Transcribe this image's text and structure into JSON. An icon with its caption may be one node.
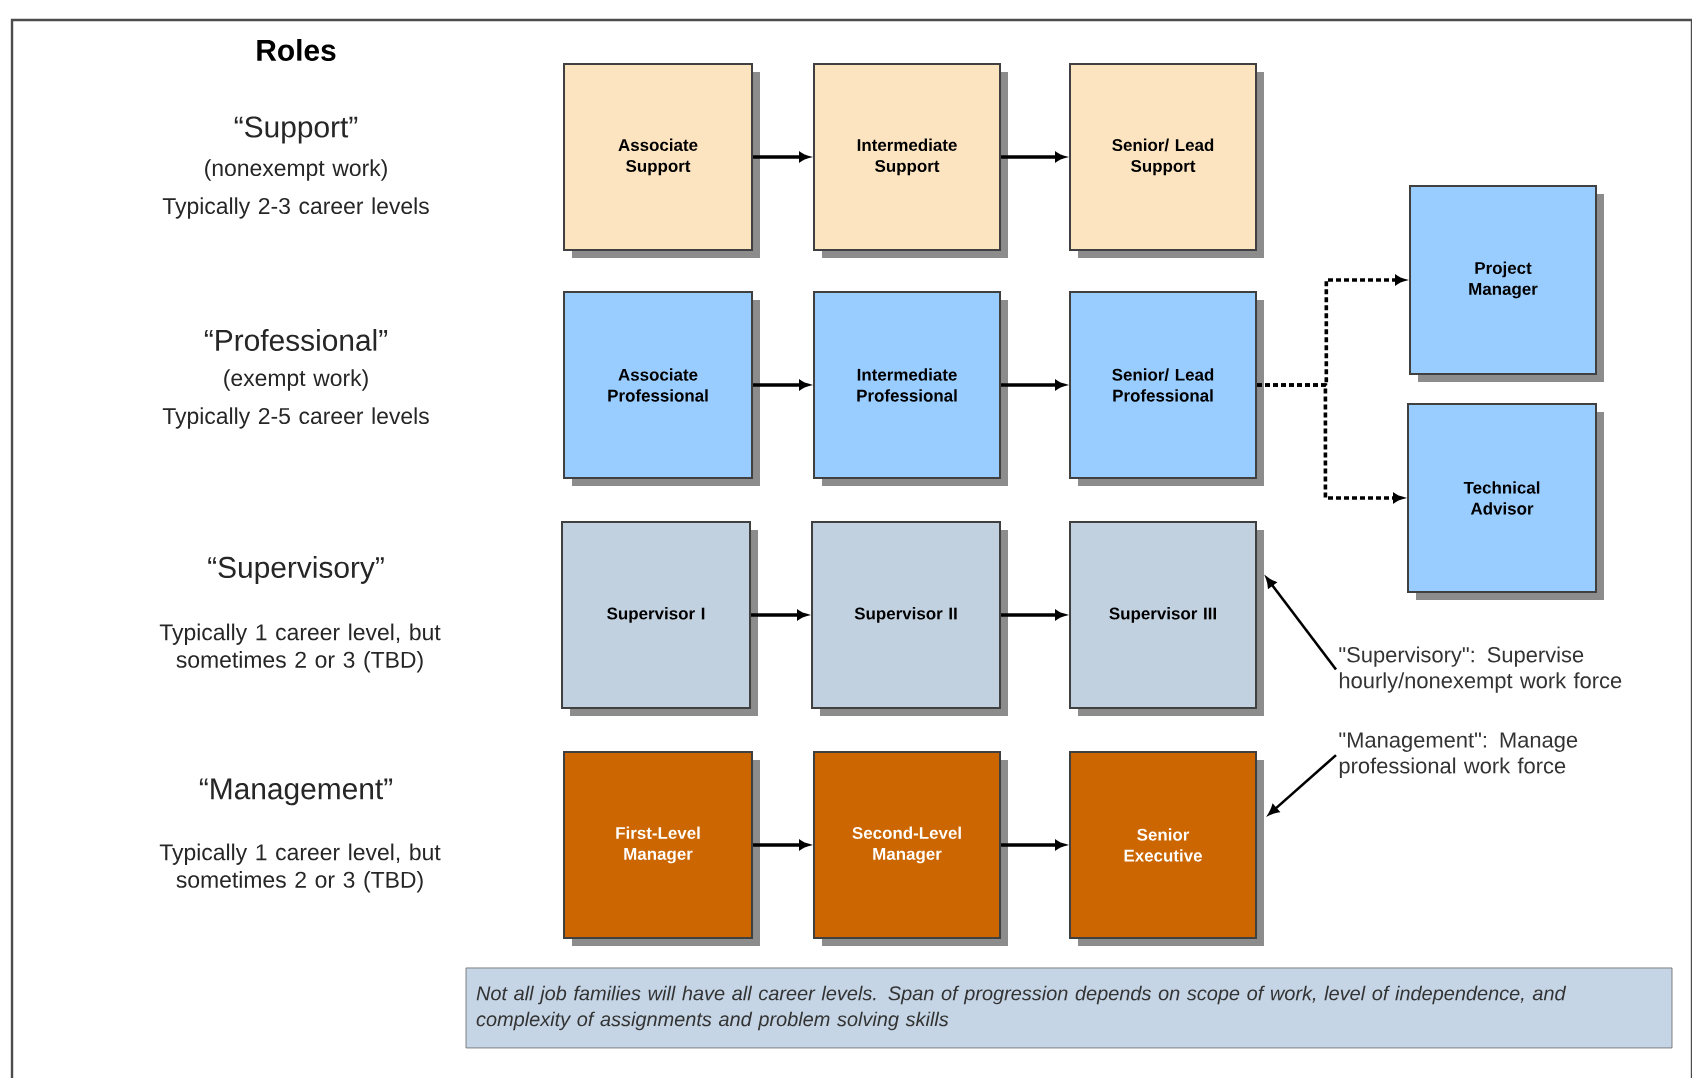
{
  "diagram": {
    "title": "Roles",
    "nodes": [
      {
        "text": [
          "Associate Support"
        ]
      },
      {
        "text": [
          "Intermediate Support"
        ]
      },
      {
        "text": [
          "Senior/ Lead Support"
        ]
      },
      {
        "text": [
          "Associate Professional"
        ]
      },
      {
        "text": [
          "Intermediate Professional"
        ]
      },
      {
        "text": [
          "Senior/ Lead Professional"
        ]
      },
      {
        "text": [
          "Project Manager"
        ]
      },
      {
        "text": [
          "Technical Advisor"
        ]
      },
      {
        "text": [
          "Supervisor I"
        ]
      },
      {
        "text": [
          "Supervisor II"
        ]
      },
      {
        "text": [
          "Supervisor III"
        ]
      },
      {
        "text": [
          "First-Level Manager"
        ]
      },
      {
        "text": [
          "Second-Level Manager"
        ]
      },
      {
        "text": [
          "Senior Executive"
        ]
      },
      {
        "text": [
          "\"Supervisory\": Supervise hourly/nonexempt work force"
        ]
      },
      {
        "text": [
          "\"Management\": Manage professional work force"
        ]
      },
      {
        "text": [
          "Not all job families will have all career levels. Span of progression depends on scope of work, level of independence, and complexity of assignments and problem solving skills"
        ]
      }
    ],
    "edges": [
      {
        "from": 0,
        "to": 1,
        "arrow": "to"
      },
      {
        "from": 1,
        "to": 2,
        "arrow": "to"
      },
      {
        "from": 3,
        "to": 4,
        "arrow": "to"
      },
      {
        "from": 4,
        "to": 5,
        "arrow": "to"
      },
      {
        "from": 5,
        "to": 6,
        "arrow": "to",
        "style": "dashed"
      },
      {
        "from": 5,
        "to": 7,
        "arrow": "to",
        "style": "dashed"
      },
      {
        "from": 8,
        "to": 9,
        "arrow": "to"
      },
      {
        "from": 9,
        "to": 10,
        "arrow": "to"
      },
      {
        "from": 11,
        "to": 12,
        "arrow": "to"
      },
      {
        "from": 12,
        "to": 13,
        "arrow": "to"
      },
      {
        "from": 14,
        "to": 10,
        "arrow": "to"
      },
      {
        "from": 15,
        "to": 13,
        "arrow": "to"
      }
    ],
    "labels": [
      "“Support”",
      "(nonexempt work)",
      "Typically 2-3 career levels",
      "“Professional”",
      "(exempt work)",
      "Typically 2-5 career levels",
      "“Supervisory”",
      "Typically 1 career level, but sometimes 2 or 3 (TBD)",
      "“Management”",
      "Typically 1 career level, but sometimes 2 or 3 (TBD)"
    ]
  }
}
